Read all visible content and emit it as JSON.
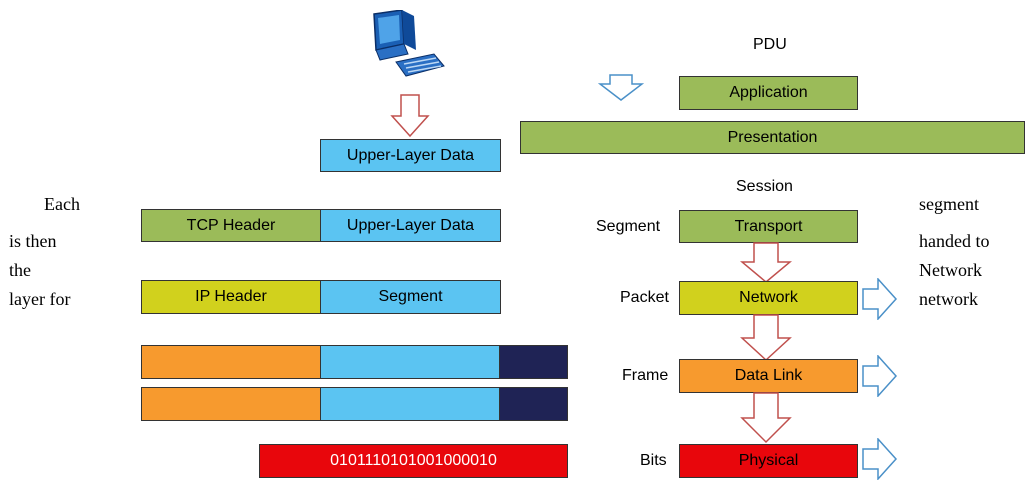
{
  "colors": {
    "green": "#9bbb59",
    "lime": "#d1d11d",
    "blue": "#5bc4f2",
    "orange": "#f79a2e",
    "navy": "#1f2355",
    "red": "#e8060c",
    "arrow_red": "#c0504d",
    "arrow_blue": "#4a90c8"
  },
  "icons": {
    "computer": "desktop-computer-icon"
  },
  "left": {
    "upper_data": "Upper-Layer Data",
    "tcp_header": "TCP Header",
    "tcp_data": "Upper-Layer Data",
    "ip_header": "IP Header",
    "ip_segment": "Segment",
    "bits": "0101110101001000010"
  },
  "pdu_title": "PDU",
  "layers": {
    "application": "Application",
    "presentation": "Presentation",
    "session": "Session",
    "transport": "Transport",
    "network": "Network",
    "data_link": "Data Link",
    "physical": "Physical"
  },
  "pdu_labels": {
    "segment": "Segment",
    "packet": "Packet",
    "frame": "Frame",
    "bits": "Bits"
  },
  "text_left": [
    "Each",
    "is then",
    "the",
    "layer for"
  ],
  "text_right": [
    "segment",
    "handed to",
    "Network",
    "network"
  ]
}
